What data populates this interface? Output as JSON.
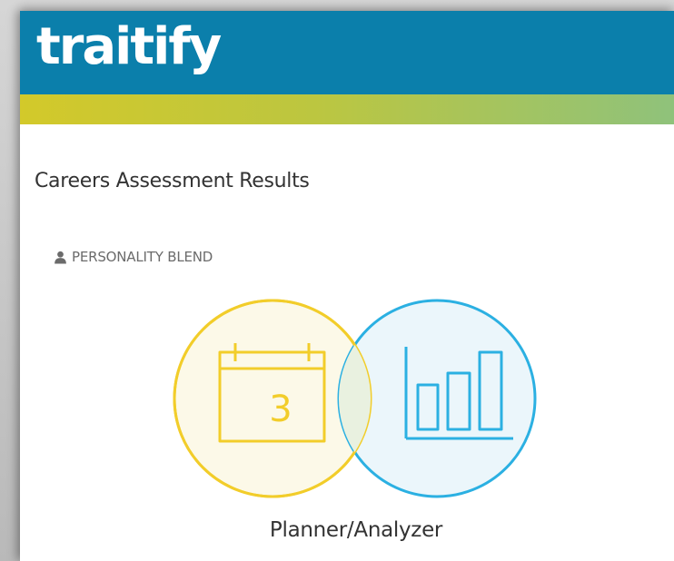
{
  "brand": {
    "logo_text": "traitify",
    "header_color": "#0b7fab"
  },
  "page": {
    "title": "Careers Assessment Results"
  },
  "personality_blend": {
    "section_label": "PERSONALITY BLEND",
    "section_icon": "user-icon",
    "types": [
      {
        "name": "Planner",
        "icon": "calendar-icon",
        "icon_text": "3",
        "color": "#f2cd2a",
        "fill": "#fcf9e8"
      },
      {
        "name": "Analyzer",
        "icon": "bar-chart-icon",
        "color": "#2bb0e2",
        "fill": "#e8f5fa"
      }
    ],
    "blend_name": "Planner/Analyzer"
  }
}
